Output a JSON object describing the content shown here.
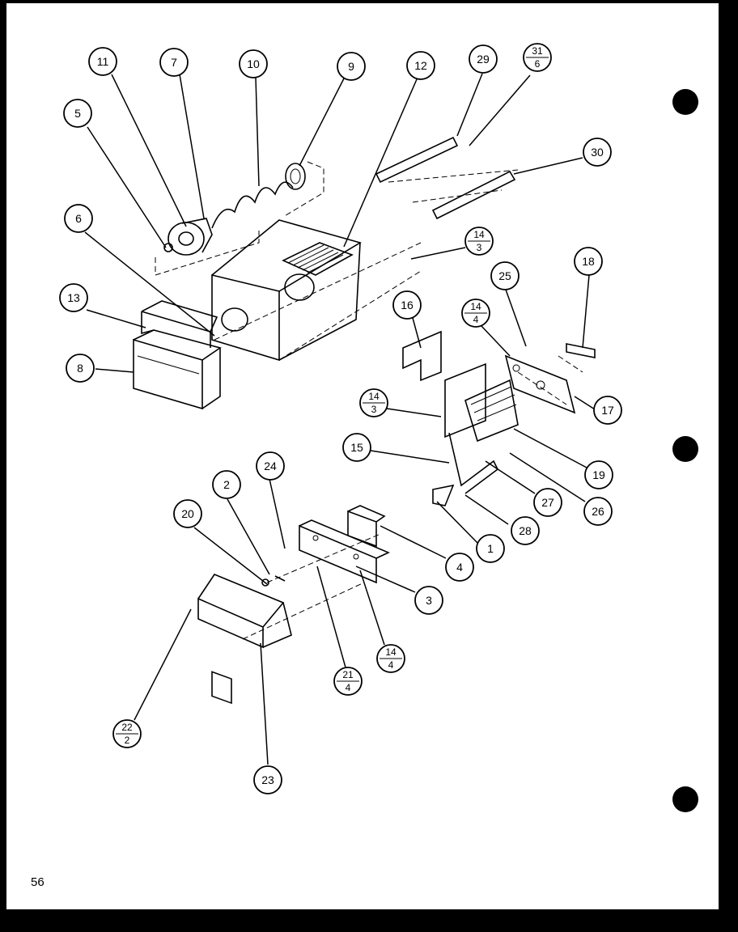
{
  "page": {
    "page_number": "56",
    "background": "#ffffff",
    "border_color": "#000000"
  },
  "callouts": [
    {
      "id": "c11",
      "label": "11"
    },
    {
      "id": "c7",
      "label": "7"
    },
    {
      "id": "c10",
      "label": "10"
    },
    {
      "id": "c9",
      "label": "9"
    },
    {
      "id": "c12",
      "label": "12"
    },
    {
      "id": "c29",
      "label": "29"
    },
    {
      "id": "c31-6",
      "label": "31",
      "sub": "6"
    },
    {
      "id": "c5",
      "label": "5"
    },
    {
      "id": "c30",
      "label": "30"
    },
    {
      "id": "c6",
      "label": "6"
    },
    {
      "id": "c14-3a",
      "label": "14",
      "sub": "3"
    },
    {
      "id": "c18",
      "label": "18"
    },
    {
      "id": "c13",
      "label": "13"
    },
    {
      "id": "c25",
      "label": "25"
    },
    {
      "id": "c16",
      "label": "16"
    },
    {
      "id": "c14-4a",
      "label": "14",
      "sub": "4"
    },
    {
      "id": "c8",
      "label": "8"
    },
    {
      "id": "c14-3b",
      "label": "14",
      "sub": "3"
    },
    {
      "id": "c17",
      "label": "17"
    },
    {
      "id": "c15",
      "label": "15"
    },
    {
      "id": "c19",
      "label": "19"
    },
    {
      "id": "c24",
      "label": "24"
    },
    {
      "id": "c2",
      "label": "2"
    },
    {
      "id": "c27",
      "label": "27"
    },
    {
      "id": "c26",
      "label": "26"
    },
    {
      "id": "c20",
      "label": "20"
    },
    {
      "id": "c28",
      "label": "28"
    },
    {
      "id": "c1",
      "label": "1"
    },
    {
      "id": "c4",
      "label": "4"
    },
    {
      "id": "c3",
      "label": "3"
    },
    {
      "id": "c14-4b",
      "label": "14",
      "sub": "4"
    },
    {
      "id": "c21-4",
      "label": "21",
      "sub": "4"
    },
    {
      "id": "c22-2",
      "label": "22",
      "sub": "2"
    },
    {
      "id": "c23",
      "label": "23"
    }
  ]
}
